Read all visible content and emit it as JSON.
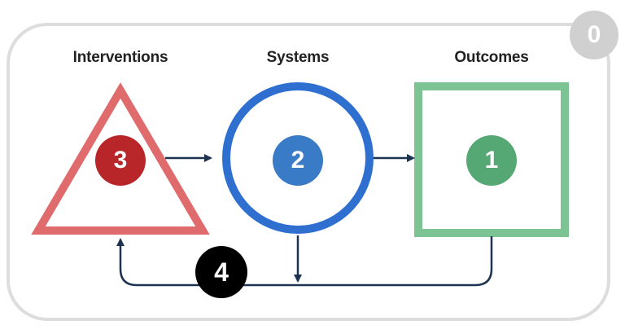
{
  "diagram": {
    "stages": [
      {
        "label": "Interventions",
        "number": "3",
        "shape": "triangle",
        "color": "#e06b6d",
        "badge_color": "#b8262a"
      },
      {
        "label": "Systems",
        "number": "2",
        "shape": "circle",
        "color": "#2f6fd0",
        "badge_color": "#3a7bc8"
      },
      {
        "label": "Outcomes",
        "number": "1",
        "shape": "square",
        "color": "#7cc494",
        "badge_color": "#55a874"
      }
    ],
    "feedback_loop_number": "4",
    "frame_number": "0",
    "colors": {
      "arrow": "#1e3350",
      "frame": "#dddddd",
      "frame_badge": "#d0d0d0",
      "loop_badge": "#000000"
    }
  }
}
